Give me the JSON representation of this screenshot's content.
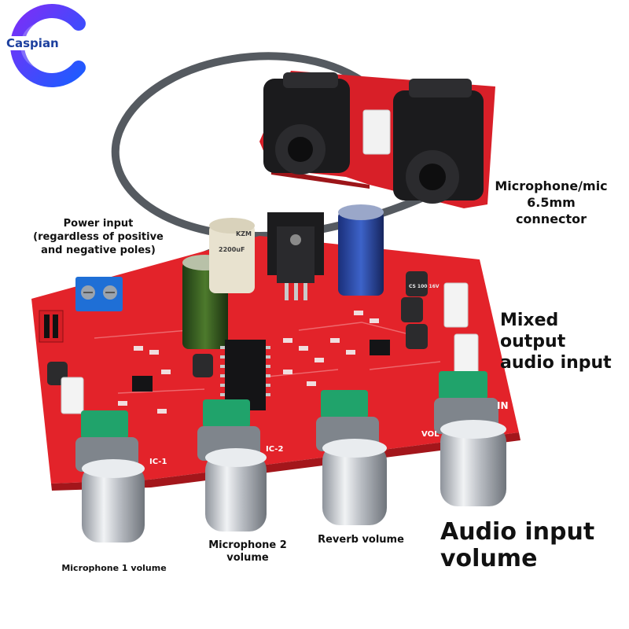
{
  "logo": {
    "text": "Caspian",
    "colors": {
      "ring_start": "#7b2ff7",
      "ring_end": "#1e5bff",
      "text": "#1c3f9e"
    }
  },
  "labels": {
    "power": [
      "Power input",
      "(regardless of positive",
      "and negative poles)"
    ],
    "mic_connector": [
      "Microphone/mic",
      "6.5mm",
      "connector"
    ],
    "mixed_output": [
      "Mixed",
      "output",
      "audio input"
    ],
    "mic1": "Microphone 1 volume",
    "mic2": [
      "Microphone 2",
      "volume"
    ],
    "reverb": "Reverb volume",
    "audio_input": [
      "Audio input",
      "volume"
    ]
  },
  "board": {
    "silkscreen": [
      "IC-1",
      "IC-2",
      "VOL",
      "IN",
      "CS 100 16V",
      "KZM",
      "2200uF"
    ],
    "colors": {
      "pcb": "#e3232a",
      "knob": "#c9ccd1",
      "knob_base": "#20a36b",
      "terminal": "#1f6fd6",
      "cable": "#555a60"
    }
  }
}
